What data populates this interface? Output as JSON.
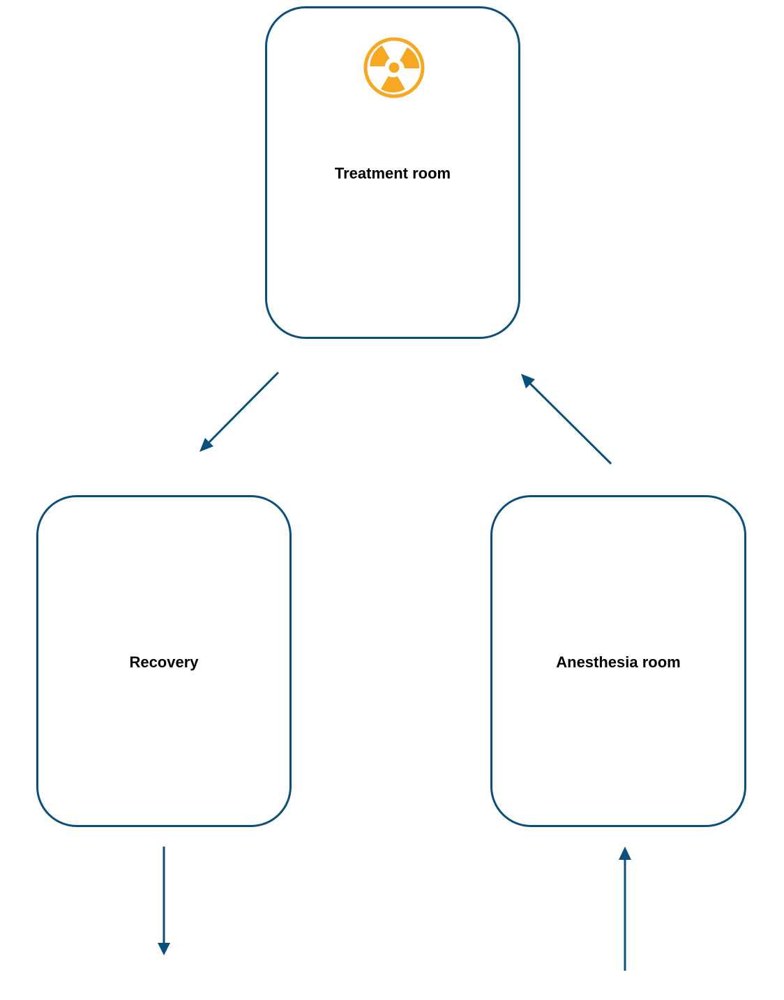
{
  "rooms": {
    "treatment": {
      "label": "Treatment room",
      "icon": "radiation-hazard-icon"
    },
    "recovery": {
      "label": "Recovery"
    },
    "anesthesia": {
      "label": "Anesthesia room"
    }
  },
  "colors": {
    "stroke": "#0b4f7c",
    "hazard": "#f7a823",
    "text": "#000000",
    "background": "#ffffff"
  }
}
